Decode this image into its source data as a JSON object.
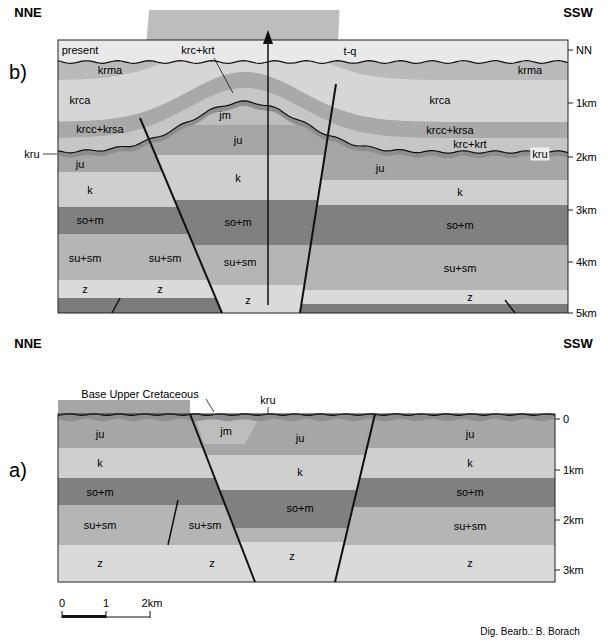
{
  "diagram": {
    "labels": [
      "NNE",
      "SSW",
      "present",
      "b)",
      "t-q",
      "NN",
      "krc+krt",
      "krma",
      "krma",
      "1km",
      "krca",
      "krca",
      "krcc+krsa",
      "krcc+krsa",
      "kru",
      "jm",
      "ju",
      "ju",
      "kru",
      "krc+krt",
      "2km",
      "ju",
      "k",
      "k",
      "k",
      "3km",
      "so+m",
      "so+m",
      "so+m",
      "su+sm",
      "su+sm",
      "su+sm",
      "4km",
      "su+sm",
      "z",
      "z",
      "z",
      "z",
      "5km",
      "NNE",
      "SSW",
      "Base Upper Cretaceous",
      "kru",
      "0",
      "a)",
      "ju",
      "jm",
      "ju",
      "ju",
      "k",
      "k",
      "1km",
      "k",
      "so+m",
      "so+m",
      "so+m",
      "2km",
      "su+sm",
      "su+sm",
      "su+sm",
      "z",
      "z",
      "z",
      "z",
      "3km",
      "0",
      "1",
      "2km",
      "Dig. Bearb.: B. Borach"
    ]
  }
}
